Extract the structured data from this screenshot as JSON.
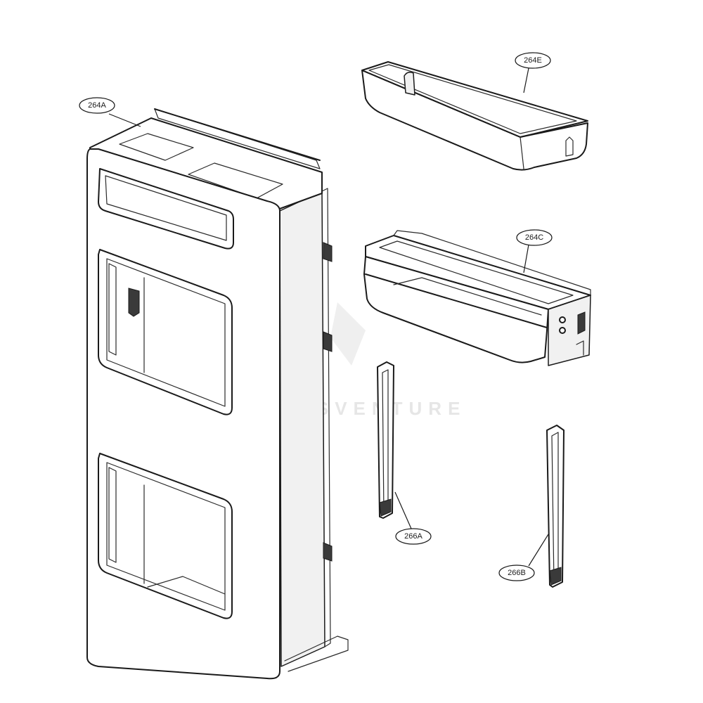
{
  "callouts": {
    "door_liner": "264A",
    "upper_basket": "264E",
    "door_bin": "264C",
    "left_rail": "266A",
    "right_rail": "266B"
  },
  "watermark": "PARTSVENTURE"
}
